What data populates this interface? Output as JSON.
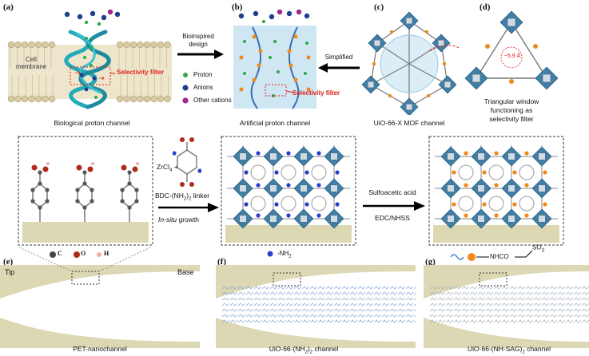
{
  "labels": {
    "a": "(a)",
    "b": "(b)",
    "c": "(c)",
    "d": "(d)",
    "e": "(e)",
    "f": "(f)",
    "g": "(g)"
  },
  "panel_a": {
    "cell_membrane": "Cell membrane",
    "selectivity_filter": "Selectivity filter",
    "caption": "Biological proton channel"
  },
  "arrow_ab": {
    "line1": "Bioinspired",
    "line2": "design"
  },
  "legend": {
    "proton": "Proton",
    "anions": "Anions",
    "other_cations": "Other cations"
  },
  "panel_b": {
    "selectivity_filter": "Selectivity filter",
    "caption": "Artificial proton channel"
  },
  "arrow_cb": {
    "label": "Simplified"
  },
  "panel_c": {
    "caption": "UiO-66-X MOF channel"
  },
  "panel_d": {
    "distance": "~5.9 Å",
    "caption_line1": "Triangular window",
    "caption_line2": "functioning as",
    "caption_line3": "selectivity filter"
  },
  "synthesis1": {
    "reagent": "ZrCl",
    "reagent_sub": "4",
    "plus": "+",
    "linker": "BDC-(NH",
    "linker_sub": "2",
    "linker_end": ")",
    "linker_sub2": "2",
    "linker_tail": " linker",
    "insitu": "In-situ",
    "growth": " growth"
  },
  "atoms": {
    "c": "C",
    "o": "O",
    "h": "H"
  },
  "nh2_label": "-NH",
  "nh2_sub": "2",
  "synthesis2": {
    "line1": "Sulfoacetic acid",
    "line2": "EDC/NHSS"
  },
  "sag": {
    "nhco": "NHCO",
    "so3": "SO",
    "so3_sub": "3",
    "so3_sup": "-"
  },
  "panel_e": {
    "tip": "Tip",
    "base": "Base",
    "caption": "PET-nanochannel"
  },
  "panel_f": {
    "caption_a": "UiO-66-(NH",
    "caption_sub": "2",
    "caption_b": ")",
    "caption_sub2": "2",
    "caption_c": " channel"
  },
  "panel_g": {
    "caption_a": "UiO-66-(NH-SAG)",
    "caption_sub": "2",
    "caption_c": " channel"
  },
  "colors": {
    "membrane": "#d8c9a0",
    "helix": "#1aa7b8",
    "proton": "#2ea84a",
    "anion": "#1f3e8c",
    "cation": "#a0278e",
    "mof": "#3f7fa8",
    "orange": "#f08a1a",
    "filter": "#e0201a",
    "pet": "#dcd8b4"
  }
}
